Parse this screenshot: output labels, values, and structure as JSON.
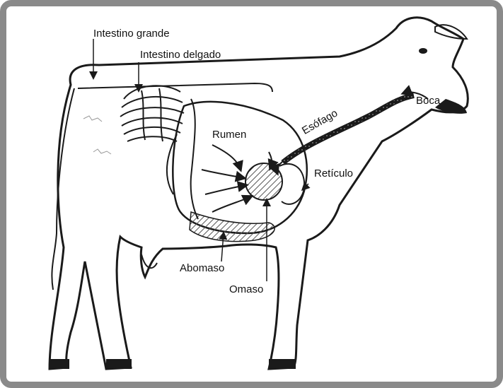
{
  "labels": {
    "intestino_grande": "Intestino grande",
    "intestino_delgado": "Intestino delgado",
    "rumen": "Rumen",
    "esofago": "Esófago",
    "boca": "Boca",
    "reticulo": "Retículo",
    "abomaso": "Abomaso",
    "omaso": "Omaso"
  },
  "colors": {
    "frame": "#8a8a8a",
    "outline": "#1a1a1a",
    "hatch": "#555555"
  }
}
